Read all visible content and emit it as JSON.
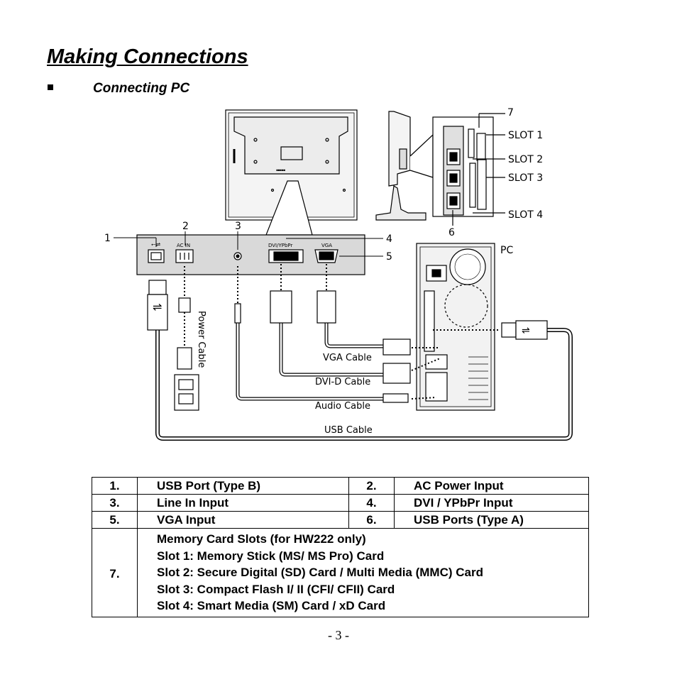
{
  "page": {
    "title": "Making Connections",
    "subtitle": "Connecting PC",
    "page_number": "- 3 -"
  },
  "diagram": {
    "callouts": {
      "c1": "1",
      "c2": "2",
      "c3": "3",
      "c4": "4",
      "c5": "5",
      "c6": "6",
      "c7": "7"
    },
    "slots": [
      "SLOT 1",
      "SLOT 2",
      "SLOT 3",
      "SLOT 4"
    ],
    "pc_label": "PC",
    "port_labels": {
      "ac_in": "AC IN",
      "dvi": "DVI/YPbPr",
      "vga": "VGA"
    },
    "cables": {
      "power": "Power Cable",
      "vga": "VGA Cable",
      "dvi": "DVI-D Cable",
      "audio": "Audio Cable",
      "usb": "USB Cable"
    }
  },
  "legend": {
    "rows": [
      {
        "n1": "1.",
        "t1": "USB Port (Type B)",
        "n2": "2.",
        "t2": "AC Power Input"
      },
      {
        "n1": "3.",
        "t1": "Line In Input",
        "n2": "4.",
        "t2": "DVI / YPbPr Input"
      },
      {
        "n1": "5.",
        "t1": "VGA Input",
        "n2": "6.",
        "t2": "USB Ports (Type A)"
      }
    ],
    "last": {
      "n": "7.",
      "lines": [
        "Memory Card Slots (for HW222 only)",
        "Slot 1: Memory Stick (MS/ MS Pro) Card",
        "Slot 2: Secure Digital (SD) Card / Multi Media (MMC) Card",
        "Slot 3: Compact Flash I/ II (CFI/ CFII) Card",
        "Slot 4: Smart Media (SM) Card / xD Card"
      ]
    }
  }
}
